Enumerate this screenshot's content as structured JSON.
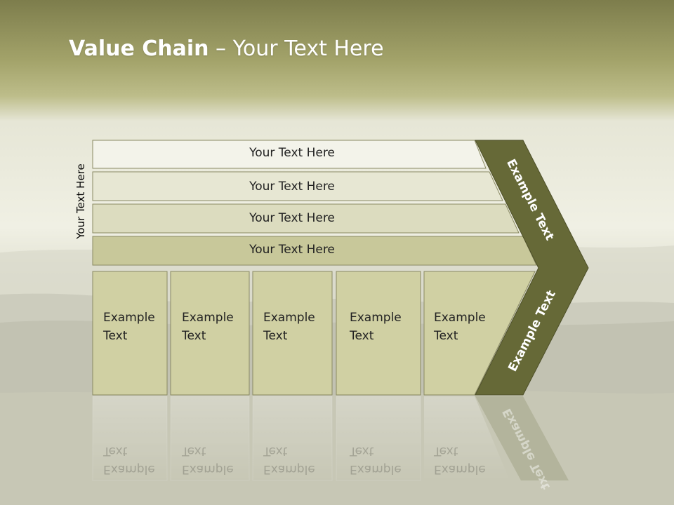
{
  "slide": {
    "title_bold": "Value Chain",
    "title_rest": " – Your Text Here",
    "side_label": "Your Text Here"
  },
  "rows": [
    {
      "label": "Your Text Here"
    },
    {
      "label": "Your Text Here"
    },
    {
      "label": "Your Text Here"
    },
    {
      "label": "Your Text Here"
    }
  ],
  "cells": [
    {
      "line1": "Example",
      "line2": "Text"
    },
    {
      "line1": "Example",
      "line2": "Text"
    },
    {
      "line1": "Example",
      "line2": "Text"
    },
    {
      "line1": "Example",
      "line2": "Text"
    },
    {
      "line1": "Example",
      "line2": "Text"
    }
  ],
  "chevron": {
    "upper_label": "Example Text",
    "lower_label": "Example Text"
  },
  "colors": {
    "chevron": "#666937",
    "row1": "#f3f3ea",
    "row2": "#e7e7d3",
    "row3": "#dcdcbf",
    "row4": "#c8c89a",
    "cell": "#d0d0a3"
  }
}
